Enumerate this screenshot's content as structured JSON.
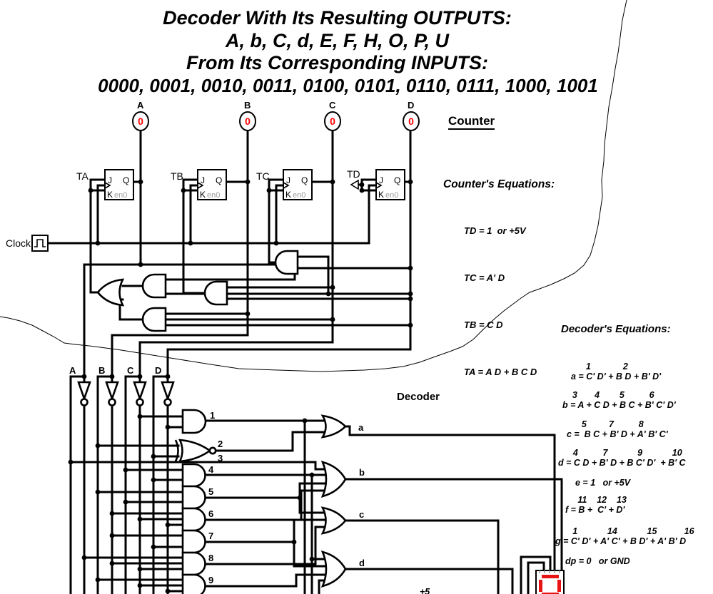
{
  "title": {
    "line1": "Decoder With Its Resulting OUTPUTS:",
    "line2": "A, b, C, d, E, F, H, O, P, U",
    "line3": "From Its Corresponding INPUTS:",
    "line4": "0000, 0001, 0010, 0011, 0100, 0101, 0110, 0111, 1000, 1001"
  },
  "counter": {
    "heading": "Counter",
    "clock_label": "Clock",
    "probes": [
      {
        "label": "A",
        "value": "0"
      },
      {
        "label": "B",
        "value": "0"
      },
      {
        "label": "C",
        "value": "0"
      },
      {
        "label": "D",
        "value": "0"
      }
    ],
    "flipflops": [
      {
        "label": "TA"
      },
      {
        "label": "TB"
      },
      {
        "label": "TC"
      },
      {
        "label": "TD"
      }
    ],
    "ff_pins": {
      "j": "J",
      "q": "Q",
      "k": "K",
      "en": "en0"
    },
    "equations": {
      "title": "Counter's Equations:",
      "lines": [
        "TD = 1  or +5V",
        "TC = A' D",
        "TB = C D",
        "TA = A D + B C D"
      ]
    }
  },
  "decoder": {
    "heading": "Decoder",
    "inputs": [
      "A",
      "B",
      "C",
      "D"
    ],
    "gate_numbers": [
      "1",
      "2",
      "3",
      "4",
      "5",
      "6",
      "7",
      "8",
      "9"
    ],
    "outputs": [
      "a",
      "b",
      "c",
      "d"
    ],
    "equations": {
      "title": "Decoder's Equations:",
      "items": [
        {
          "nums": "      1             2",
          "formula": "a = C' D' + B D + B' D'"
        },
        {
          "nums": "    3       4        5          6",
          "formula": "b = A + C D + B C + B' C' D'"
        },
        {
          "nums": "      5         7          8",
          "formula": "c =  B C + B' D + A' B' C'"
        },
        {
          "nums": "      4          7            9            10",
          "formula": "d = C D + B' D + B C' D'  + B' C"
        },
        {
          "nums": "",
          "formula": "e = 1   or +5V"
        },
        {
          "nums": "     11    12    13",
          "formula": "f = B +  C' + D'"
        },
        {
          "nums": "       1            14            15           16",
          "formula": "g = C' D' + A' C' + B D' + A' B' D"
        },
        {
          "nums": "",
          "formula": "dp = 0   or GND"
        }
      ]
    },
    "partial_text": "+5"
  },
  "colors": {
    "probe_value": "#ff0000",
    "segment_red": "#e81313",
    "wire": "#000000",
    "muted_gray": "#9a9a9a"
  }
}
